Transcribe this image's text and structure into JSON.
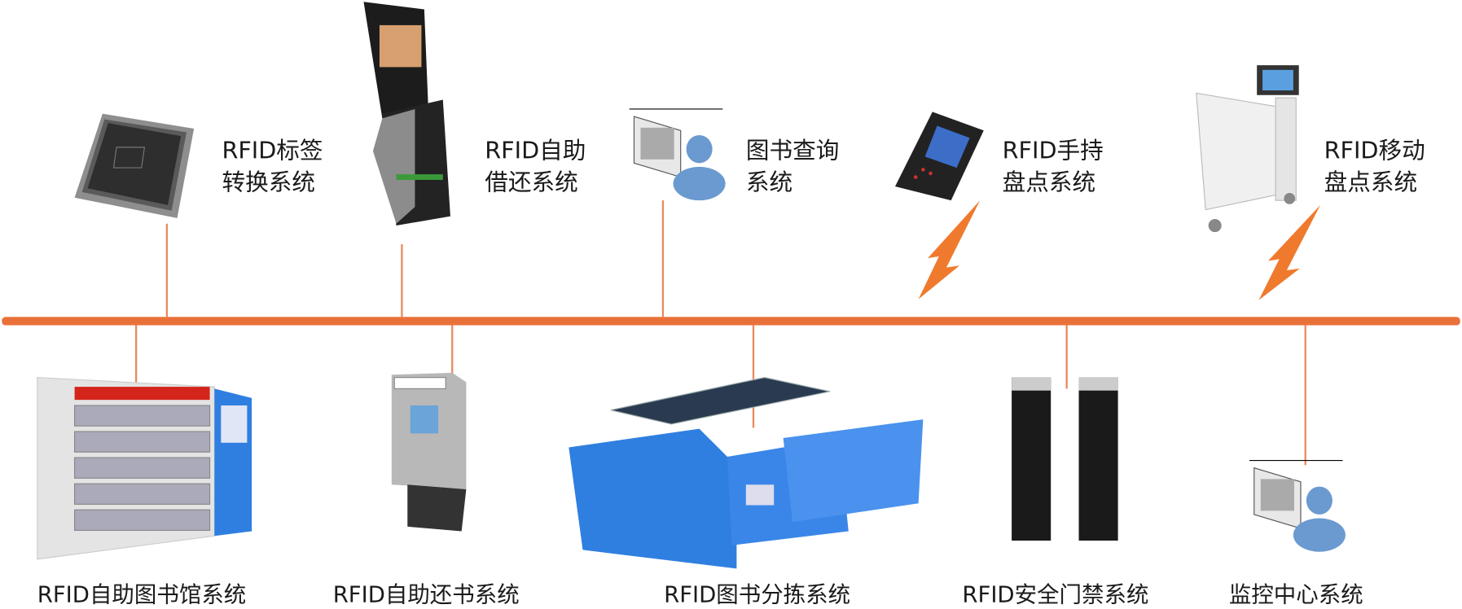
{
  "colors": {
    "bus": "#EA703A",
    "device_blue": "#2F7FE0"
  },
  "top_systems": [
    {
      "line1": "RFID标签",
      "line2": "转换系统",
      "icon": "rfid-tag-reader-icon"
    },
    {
      "line1": "RFID自助",
      "line2": "借还系统",
      "icon": "self-service-kiosk-icon"
    },
    {
      "line1": "图书查询",
      "line2": "系统",
      "icon": "computer-user-icon"
    },
    {
      "line1": "RFID手持",
      "line2": "盘点系统",
      "icon": "handheld-scanner-icon"
    },
    {
      "line1": "RFID移动",
      "line2": "盘点系统",
      "icon": "mobile-inventory-cart-icon"
    }
  ],
  "bottom_systems": [
    {
      "label": "RFID自助图书馆系统",
      "icon": "self-service-library-icon"
    },
    {
      "label": "RFID自助还书系统",
      "icon": "book-return-machine-icon"
    },
    {
      "label": "RFID图书分拣系统",
      "icon": "book-sorting-machine-icon"
    },
    {
      "label": "RFID安全门禁系统",
      "icon": "security-gate-icon"
    },
    {
      "label": "监控中心系统",
      "icon": "computer-user-icon"
    }
  ]
}
